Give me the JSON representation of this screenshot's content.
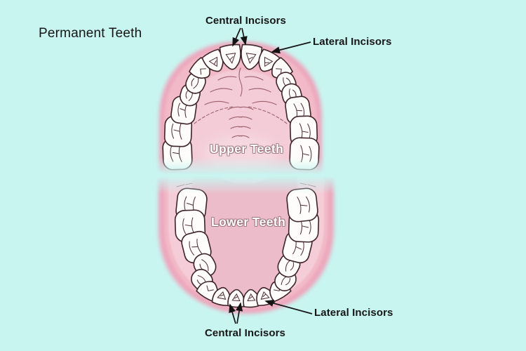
{
  "title": "Permanent Teeth",
  "figure": {
    "upper_label": "Upper Teeth",
    "lower_label": "Lower Teeth"
  },
  "annotations": {
    "central_incisors_top": "Central Incisors",
    "lateral_incisors_top": "Lateral Incisors",
    "lateral_incisors_bottom": "Lateral Incisors",
    "central_incisors_bottom": "Central Incisors"
  },
  "colors": {
    "background": "#c9f5f1",
    "gum_dark": "#eda6bc",
    "gum_mid": "#f2bac8",
    "palate": "#f3ccd7",
    "palate_highlight": "#f6d9e1",
    "mouth_floor": "#f5cdd8",
    "tongue": "#ecbcca",
    "tooth_fill": "#fffdfb",
    "tooth_outline": "#3d2429",
    "tooth_detail": "#4a2a30",
    "rugae": "#8f4f5c",
    "arrow": "#141414",
    "label_text": "#161616"
  }
}
